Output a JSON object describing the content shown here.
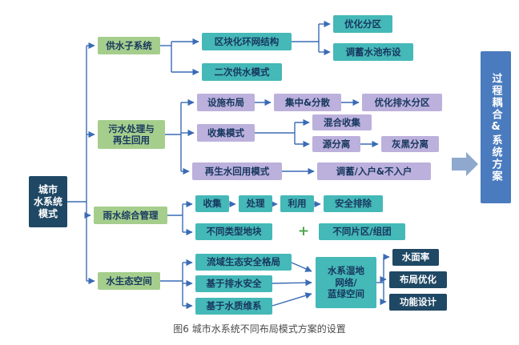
{
  "caption": "图6 城市水系统不同布局模式方案的设置",
  "colors": {
    "root_bg": "#1F4864",
    "branch_green": "#A5CE8D",
    "teal": "#45B8B8",
    "purple": "#BCB0DC",
    "navy": "#1F4864",
    "output_blue": "#4A7BBE",
    "connector_line": "#3A6BB5",
    "big_arrow": "#8FA9CE",
    "plus_green": "#4FA64C",
    "dark_text": "#17375E"
  },
  "nodes": {
    "root": "城市\n水系统\n模式",
    "supply": "供水子系统",
    "wastewater": "污水处理与\n再生回用",
    "stormwater": "雨水综合管理",
    "ecology": "水生态空间",
    "ring_network": "区块化环网结构",
    "optimized_zoning": "优化分区",
    "storage_tank": "调蓄水池布设",
    "secondary_supply": "二次供水模式",
    "facility_layout": "设施布局",
    "centralized_decentralized": "集中&分散",
    "optimized_drainage_zoning": "优化排水分区",
    "collection_mode": "收集模式",
    "mixed_collection": "混合收集",
    "source_separation": "源分离",
    "grey_black_separation": "灰黑分离",
    "reclaimed_water_mode": "再生水回用模式",
    "storage_household": "调蓄/入户&不入户",
    "collect": "收集",
    "treat": "处理",
    "use": "利用",
    "safe_discharge": "安全排除",
    "plot_types": "不同类型地块",
    "plus": "+",
    "district_clusters": "不同片区/组团",
    "basin_ecology": "流域生态安全格局",
    "drainage_safety": "基于排水安全",
    "water_quality": "基于水质维系",
    "wetland_network": "水系湿地\n网络/\n蓝绿空间",
    "water_surface_ratio": "水面率",
    "layout_optimization": "布局优化",
    "function_design": "功能设计",
    "output": "过程耦合&系统方案"
  }
}
